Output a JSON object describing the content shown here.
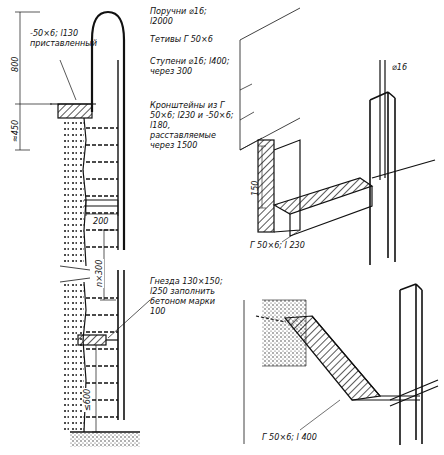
{
  "diagram": {
    "labels": [
      "800",
      "-50×6; l130 приставленный",
      "≈450",
      "200",
      "n×300",
      "≤600",
      "Поручни ⌀16; l2000",
      "Тетивы Г 50×6",
      "Ступени ⌀16; l400; через 300",
      "Кронштейны из Г 50×6; l230 и -50×6; l180, расставляемые через 1500",
      "Гнезда 130×150; l250 заполнить бетоном марки 100",
      "⌀16",
      "150",
      "Г 50×6; l 230",
      "Г 50×6; l 400"
    ]
  }
}
